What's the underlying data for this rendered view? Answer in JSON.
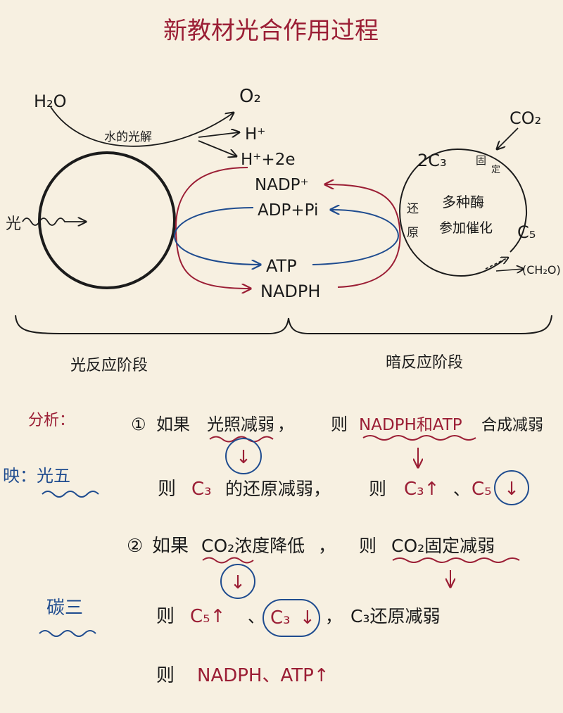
{
  "title": "新教材光合作用过程",
  "colors": {
    "ink": "#1b1b1b",
    "red": "#9b1e35",
    "blue": "#1f4c8f",
    "paper": "#f7f0e1"
  },
  "diagram": {
    "light_stage": {
      "h2o": "H₂O",
      "light": "光",
      "water_photolysis": "水的光解",
      "o2": "O₂",
      "h_plus": "H⁺",
      "h_plus_2e": "H⁺+2e",
      "nadp_plus": "NADP⁺",
      "adp_pi": "ADP+Pi",
      "atp": "ATP",
      "nadph": "NADPH",
      "label": "光反应阶段"
    },
    "dark_stage": {
      "co2": "CO₂",
      "two_c3": "2C₃",
      "fixation_1": "固",
      "fixation_2": "定",
      "reduction_1": "还",
      "reduction_2": "原",
      "enzymes_1": "多种酶",
      "enzymes_2": "参加催化",
      "c5": "C₅",
      "ch2o": "(CH₂O)",
      "label": "暗反应阶段"
    }
  },
  "analysis": {
    "heading": "分析：",
    "side_note_1": "映：光五",
    "side_note_2": "碳三",
    "case1": {
      "num": "①",
      "prefix": "如果",
      "cond": "光照减弱",
      "comma": "，",
      "then": "则",
      "effect": "NADPH和ATP",
      "effect_suffix": "合成减弱",
      "down_arrow": "↓",
      "line2_then": "则",
      "line2_c3": "C₃",
      "line2_text": "的还原减弱，",
      "line2_then2": "则",
      "line2_c3_up": "C₃↑",
      "line2_sep": "、",
      "line2_c5": "C₅",
      "line2_c5_down": "↓"
    },
    "case2": {
      "num": "②",
      "prefix": "如果",
      "cond": "CO₂浓度降低",
      "comma": "，",
      "then": "则",
      "effect": "CO₂固定减弱",
      "down_arrow": "↓",
      "line2_then": "则",
      "line2_c5_up": "C₅↑",
      "line2_sep": "、",
      "line2_c3": "C₃",
      "line2_c3_down": "↓",
      "line2_comma": "，",
      "line2_rest": "C₃还原减弱",
      "line3_then": "则",
      "line3_text": "NADPH、ATP↑"
    }
  }
}
